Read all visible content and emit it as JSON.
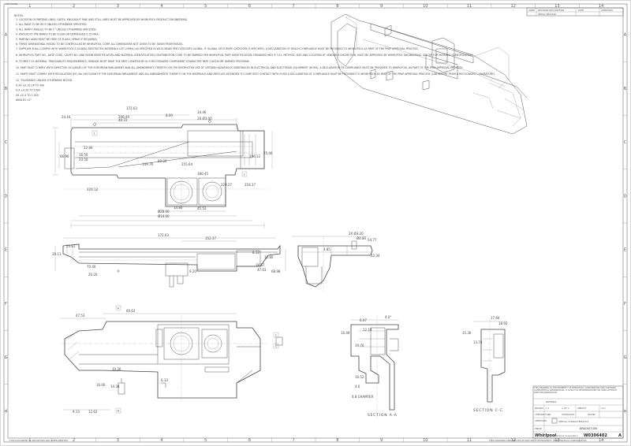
{
  "corner_label": "200 SCALE",
  "zones": {
    "columns": [
      "1",
      "2",
      "3",
      "4",
      "5",
      "6",
      "7",
      "8",
      "9",
      "10",
      "11",
      "12",
      "13",
      "14"
    ],
    "rows": [
      "A",
      "B",
      "C",
      "D",
      "E",
      "F",
      "G",
      "H"
    ]
  },
  "notes": {
    "header": "NOTES:",
    "items": [
      "1. LOCATION OF PARTING LINES, GATES, KNOCKOUT PINS AND STILL LINES MUST BE APPROVED BY WHIRLPOOL PRODUCT ENGINEERING.",
      "2. ALL RADII TO BE R0.5 UNLESS OTHERWISE SPECIFIED.",
      "3. ALL DRAFT ANGLES TO BE 1° UNLESS OTHERWISE SPECIFIED.",
      "4. KNOCKOUT PIN MARKS TO BE FLUSH OR DEPRESSED 0.25 MAX.",
      "5. PARTING LINES MUST BE FREE OF FLASH, SPRUE IF REQUIRED.",
      "6. THREE DIMENSIONAL MODEL TO BE CONTROLLED BY WHIRLPOOL CORP. ALL DIMENSIONS NOT GIVEN TO BE TAKEN FROM MODEL.",
      "7. SUPPLIER SHALL COMPLY WITH WHIRLPOOL'S GLOBAL RESTRICTED MATERIALS LIST (GRML) AS SPECIFIED IN W10136480 PER CATEGORY GLOBAL. IF GLOBAL OR EUROPE CATEGORY IS SPECIFIED, A DECLARATION OF REACH COMPLIANCE MUST BE PROVIDED TO WHIRLPOOL AS PART OF THE PPAP APPROVAL PROCESS.",
      "8. WHIRLPOOL PART NO., DATE CODE, CAVITY NO. AND RESIN IDENTIFICATION AND MATERIAL IDENTIFICATION CONTRIBUTION CODE TO BE MARKED PER WHIRLPOOL PART IDENTIFICATION STANDARD WES 9.7.02. METHOD, SIZE AND LOCATION AT VENDOR'S DISCRETION, MUST BE APPROVED BY WHIRLPOOL ENGINEERING. SEE TIP FOR MATERIAL IDENTIFICATION.",
      "9. TO MEET UL MATERIAL TRACEABILITY REQUIREMENTS, VENDOR MUST HAVE THE PART COVERED BY UL'S RECOGNIZED COMPONENT CHARACTER PART (CATEGORY QMMH2) PROGRAM.",
      "10. PART MUST COMPLY WITH DIRECTIVE 2011/65/EU OF THE EUROPEAN PARLIAMENT AND ALL AMENDMENTS THERETO ON THE RESTRICTED USE OF CERTAIN HAZARDOUS SUBSTANCES IN ELECTRICAL AND ELECTRONIC EQUIPMENT (ROHS). A DECLARATION OF COMPLIANCE MUST BE PROVIDED TO WHIRLPOOL AS PART OF THE PPAP APPROVAL PROCESS.",
      "11. PARTS MUST COMPLY WITH REGULATION (EC) No 1907/2006 OF THE EUROPEAN PARLIAMENT AND ALL AMENDMENTS THERETO ON THE MATERIALS AND ARTICLES INTENDED TO COME INTO CONTACT WITH FOOD A DECLARATION OF COMPLIANCE MUST BE PROVIDED TO WHIRLPOOL AS PART OF THE PPAP APPROVAL PROCESS (LAB REPORT FROM A RECOGNIZED LABORATORY).",
      "12. TOLERANCE UNLESS OTHERWISE NOTED",
      "X.XX   ±0.10 UP TO 300",
      "X.X    ±0.20 TO 1000",
      "XX     ±0.4 TO 1 000",
      "ANGLES ±1°"
    ]
  },
  "dimensions": {
    "top_view": [
      "172.03",
      "24.16",
      "40.31",
      "8.00",
      "34.46",
      "206.40",
      "2X Ø3.00",
      "12.84",
      "16.50",
      "23.50",
      "66.96",
      "196.12",
      "80.00",
      "149.76",
      "155.64",
      "180.45",
      "218.37",
      "229.27",
      "220.12",
      "Ø28.00",
      "Ø14.00",
      "14.80",
      "45.52",
      "25.40"
    ],
    "side_view": [
      "172.03",
      "152.37",
      "23.81",
      "19.11",
      "70.40",
      "38.57",
      "12.80",
      "20.20",
      "8.12",
      "68.98",
      "47.03",
      "9.20"
    ],
    "end_view": [
      "2X Ø3.20",
      "Ø4.80",
      "54.77",
      "4.85",
      "22.34"
    ],
    "bottom_view": [
      "47.53",
      "60.63",
      "9.13",
      "10.36",
      "10.38",
      "6.13",
      "12.62",
      "16.00"
    ],
    "section_a": [
      "4.0°",
      "6.07",
      "10.49",
      "19.76",
      "4.6",
      "10.52",
      "4.8 CHAMFER",
      "12.10"
    ],
    "section_c": [
      "15.30",
      "17.64",
      "18.92",
      "13.74"
    ]
  },
  "section_labels": {
    "a": "SECTION A-A",
    "c": "SECTION C-C"
  },
  "callouts": [
    "A",
    "A",
    "C",
    "C",
    "1",
    "2"
  ],
  "revision_table": {
    "header": [
      "ZONE",
      "REVISION DESCRIPTION",
      "DATE",
      "APPROVED"
    ],
    "rows": [
      [
        "–",
        "INITIAL RELEASE",
        "",
        ""
      ]
    ]
  },
  "title_block": {
    "legal": "THIS DRAWING IS THE PROPERTY OF WHIRLPOOL CORPORATION AND CONTAINS CONFIDENTIAL INFORMATION. IT IS NOT TO BE REPRODUCED OR USED WITHOUT WRITTEN PERMISSION.",
    "title": "BRACKET-DM",
    "special_characteristics": "SPECIAL CHARACTERISTICS",
    "company": "Whirlpool",
    "company_sub": "Whirlpool Corporation",
    "drawing_number": "W0306402",
    "revision": "A",
    "scale": "1:1",
    "sheet": "1 OF 1",
    "material": "MATERIAL",
    "units": "mm",
    "weight_label": "WEIGHT",
    "small_fields": [
      "WHIRLPOOL",
      "MODEL",
      "DRAWN",
      "CHECKED",
      "APPROVED",
      "FINISH",
      "SIZE"
    ]
  },
  "footer_left": "THIS DOCUMENT IS UNCONTROLLED WHEN PRINTED",
  "footer_right": "THIS DRAWING AND SPECIFICATIONS ARE THE PROPERTY OF WHIRLPOOL CORPORATION"
}
